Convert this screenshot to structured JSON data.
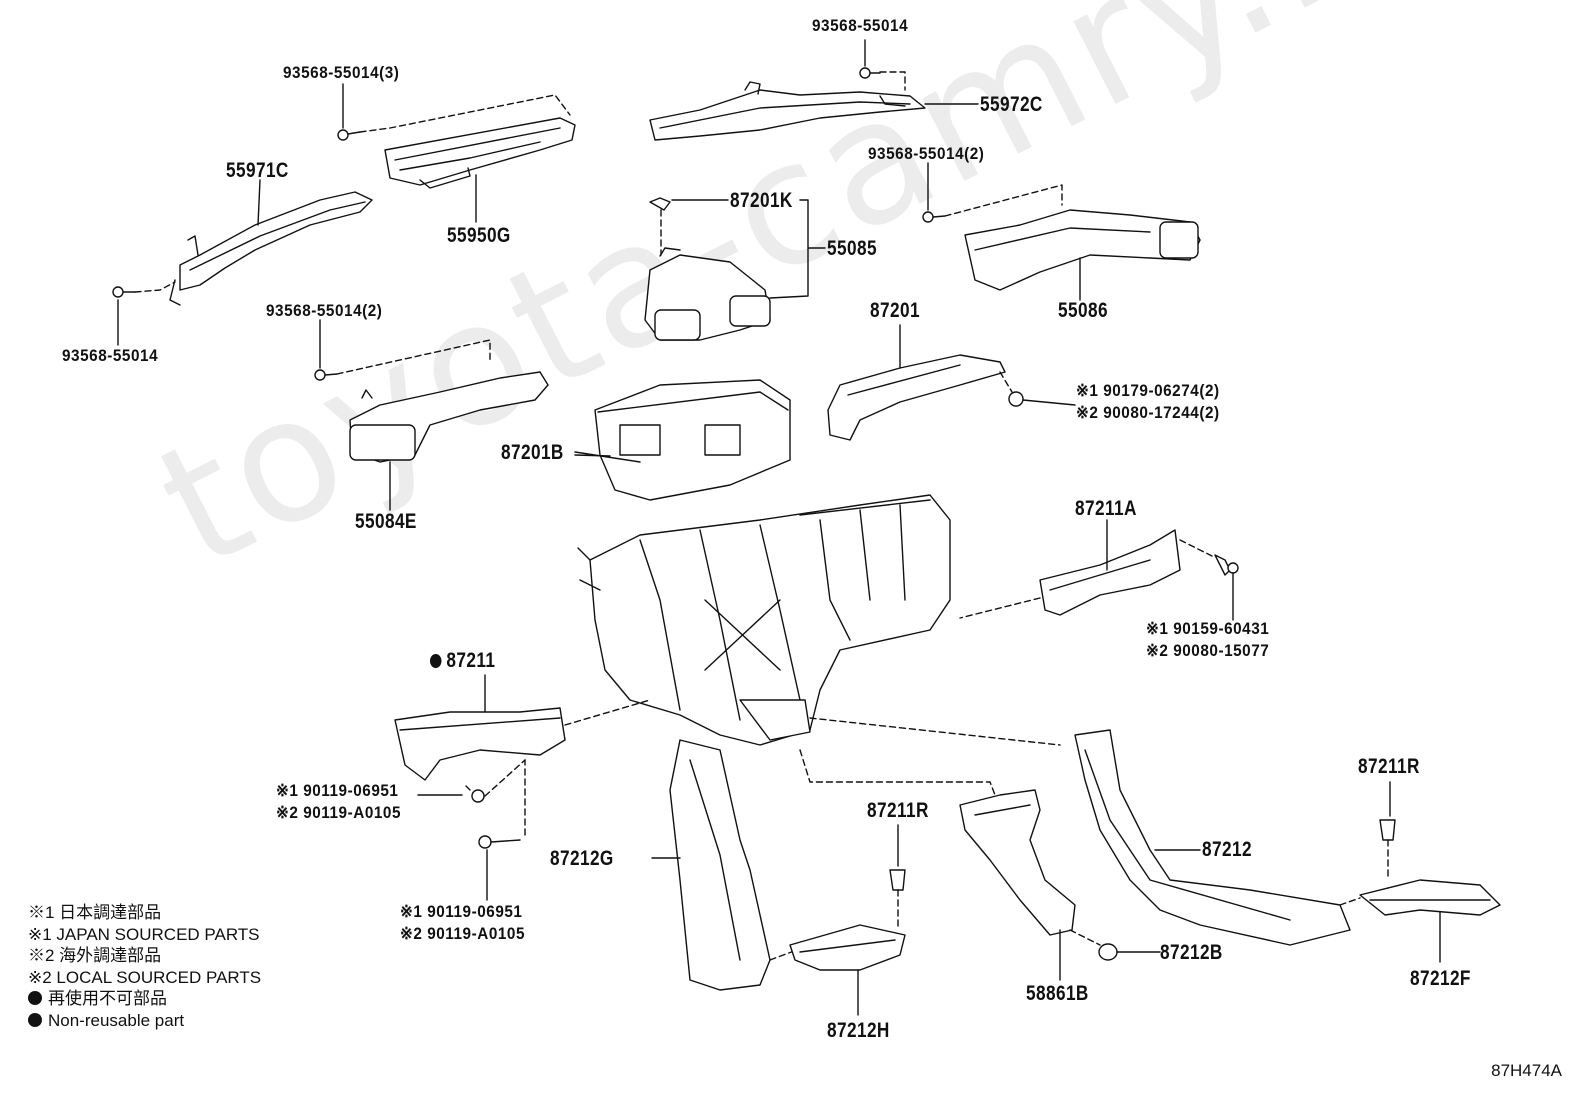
{
  "watermark": "toyota-camry.ru",
  "diagram_code": "87H474A",
  "colors": {
    "ink": "#111111",
    "watermark": "#ececec",
    "background": "#ffffff"
  },
  "labels": {
    "p93568_top": "93568-55014",
    "p55972C": "55972C",
    "p93568_3": "93568-55014(3)",
    "p55971C": "55971C",
    "p55950G": "55950G",
    "p93568_left": "93568-55014",
    "p87201K": "87201K",
    "p55085": "55085",
    "p93568_2_right": "93568-55014(2)",
    "p55086": "55086",
    "p93568_2_left": "93568-55014(2)",
    "p87201": "87201",
    "p90179": "※1 90179-06274(2)",
    "p90080_17244": "※2 90080-17244(2)",
    "p87201B": "87201B",
    "p55084E": "55084E",
    "p87211A": "87211A",
    "p90159": "※1 90159-60431",
    "p90080_15077": "※2 90080-15077",
    "p87211": "87211",
    "p90119_a1": "※1 90119-06951",
    "p90119_a2": "※2 90119-A0105",
    "p90119_b1": "※1 90119-06951",
    "p90119_b2": "※2 90119-A0105",
    "p87212G": "87212G",
    "p87211R_mid": "87211R",
    "p87211R_right": "87211R",
    "p87212": "87212",
    "p87212B": "87212B",
    "p58861B": "58861B",
    "p87212H": "87212H",
    "p87212F": "87212F"
  },
  "legend": [
    "※1 日本調達部品",
    "※1 JAPAN SOURCED PARTS",
    "※2 海外調達部品",
    "※2 LOCAL SOURCED PARTS",
    "再使用不可部品",
    "Non-reusable part"
  ]
}
